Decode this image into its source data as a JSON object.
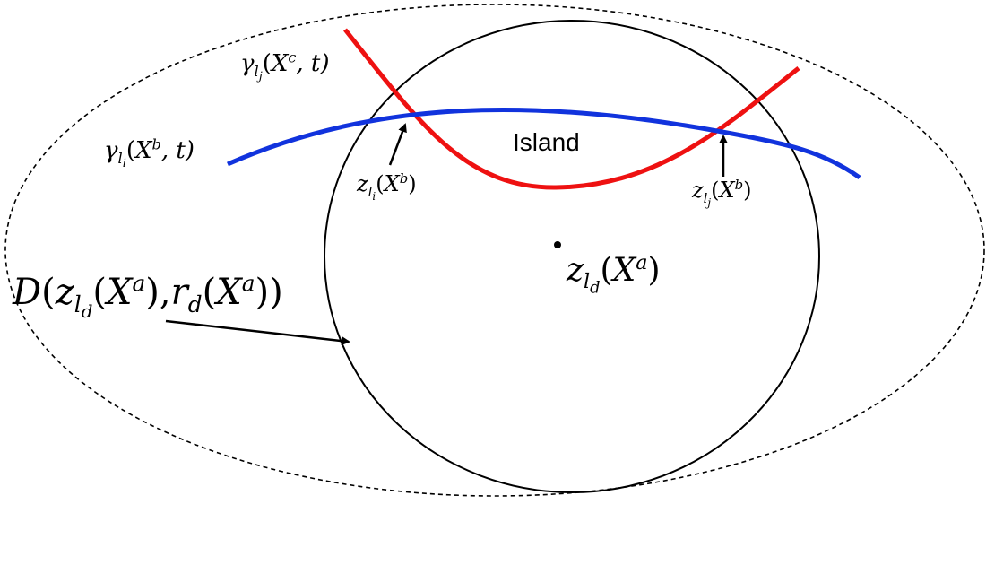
{
  "island_label": "Island",
  "colors": {
    "curve_red": "#ee1111",
    "curve_blue": "#1133dd",
    "outline": "#000000"
  },
  "labels": {
    "gamma_lj": {
      "symbol": "γ",
      "sub": "l",
      "subsub": "j",
      "args_open": "(",
      "arg1": "X",
      "arg1_sup": "c",
      "arg_sep": ", t)"
    },
    "gamma_li": {
      "symbol": "γ",
      "sub": "l",
      "subsub": "i",
      "args_open": "(",
      "arg1": "X",
      "arg1_sup": "b",
      "arg_sep": ", t)"
    },
    "z_li": {
      "symbol": "z",
      "sub": "l",
      "subsub": "i",
      "args_open": "(",
      "arg1": "X",
      "arg1_sup": "b",
      "args_close": ")"
    },
    "z_lj": {
      "symbol": "z",
      "sub": "l",
      "subsub": "j",
      "args_open": "(",
      "arg1": "X",
      "arg1_sup": "b",
      "args_close": ")"
    },
    "z_ld": {
      "symbol": "z",
      "sub": "l",
      "subsub": "d",
      "args_open": "(",
      "arg1": "X",
      "arg1_sup": "a",
      "args_close": ")"
    },
    "disk": {
      "symbol": "D",
      "open": "(",
      "z": "z",
      "z_sub": "l",
      "z_subsub": "d",
      "p1_open": "(",
      "x1": "X",
      "x1_sup": "a",
      "p1_close": "),",
      "r": "r",
      "r_sub": "d",
      "p2_open": "(",
      "x2": "X",
      "x2_sup": "a",
      "p2_close": "))"
    }
  }
}
